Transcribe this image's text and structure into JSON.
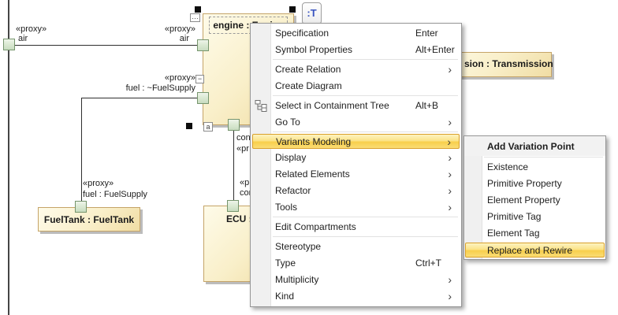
{
  "diagram": {
    "frame_port": {
      "stereotype": "«proxy»",
      "name": "air"
    },
    "engine": {
      "title": "engine : Engine",
      "air_port": {
        "stereotype": "«proxy»",
        "name": "air"
      },
      "fuel_port": {
        "stereotype": "«proxy»",
        "name": "fuel : ~FuelSupply"
      },
      "bottom_labels": {
        "line1": "con",
        "line2": "«pr"
      }
    },
    "ecu": {
      "title": "ECU :",
      "top_labels": {
        "line1": "«pr",
        "line2": "con"
      }
    },
    "fueltank": {
      "title": "FuelTank : FuelTank",
      "port": {
        "stereotype": "«proxy»",
        "name": "fuel : FuelSupply"
      }
    },
    "transmission": {
      "title": "sion : Transmission"
    },
    "floating_button_label": ":T",
    "manipulators": {
      "dots": "…",
      "minus": "−",
      "a": "a"
    }
  },
  "context_menu": {
    "arrow_glyph": "›",
    "items": [
      {
        "label": "Specification",
        "shortcut": "Enter"
      },
      {
        "label": "Symbol Properties",
        "shortcut": "Alt+Enter"
      },
      {
        "label": "Create Relation"
      },
      {
        "label": "Create Diagram"
      },
      {
        "label": "Select in Containment Tree",
        "shortcut": "Alt+B"
      },
      {
        "label": "Go To"
      },
      {
        "label": "Variants Modeling"
      },
      {
        "label": "Display"
      },
      {
        "label": "Related Elements"
      },
      {
        "label": "Refactor"
      },
      {
        "label": "Tools"
      },
      {
        "label": "Edit Compartments"
      },
      {
        "label": "Stereotype"
      },
      {
        "label": "Type",
        "shortcut": "Ctrl+T"
      },
      {
        "label": "Multiplicity"
      },
      {
        "label": "Kind"
      }
    ]
  },
  "submenu": {
    "header": "Add Variation Point",
    "items": [
      "Existence",
      "Primitive Property",
      "Element Property",
      "Primitive Tag",
      "Element Tag",
      "Replace and Rewire"
    ]
  },
  "colors": {
    "highlight_top": "#fdf3c1",
    "highlight_bottom": "#f8cf4b",
    "highlight_border": "#d9a02a",
    "block_fill": "#f9efc9",
    "block_border": "#c5a468",
    "port_border": "#76956d"
  }
}
